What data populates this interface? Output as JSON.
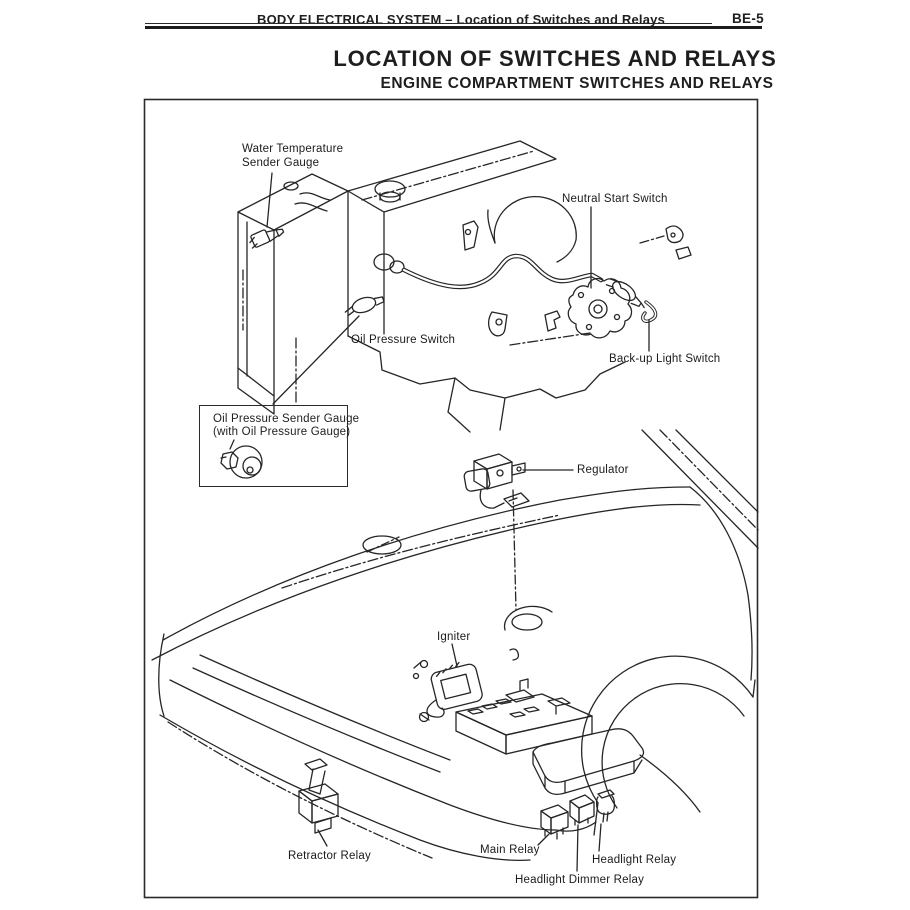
{
  "page": {
    "running_header": "BODY ELECTRICAL SYSTEM – Location of Switches and Relays",
    "page_number": "BE-5",
    "title": "LOCATION OF SWITCHES AND RELAYS",
    "subtitle": "ENGINE COMPARTMENT SWITCHES AND RELAYS"
  },
  "diagram": {
    "ink_color": "#262626",
    "paper_color": "#ffffff",
    "labels": {
      "water_temp_sender": {
        "line1": "Water Temperature",
        "line2": "Sender Gauge"
      },
      "neutral_start_switch": "Neutral Start Switch",
      "oil_pressure_switch": "Oil Pressure Switch",
      "backup_light_switch": "Back-up Light Switch",
      "oil_pressure_sender_box": {
        "line1": "Oil Pressure Sender Gauge",
        "line2": "(with Oil Pressure Gauge)"
      },
      "regulator": "Regulator",
      "igniter": "Igniter",
      "retractor_relay": "Retractor Relay",
      "main_relay": "Main Relay",
      "headlight_relay": "Headlight Relay",
      "headlight_dimmer_relay": "Headlight Dimmer Relay"
    }
  }
}
